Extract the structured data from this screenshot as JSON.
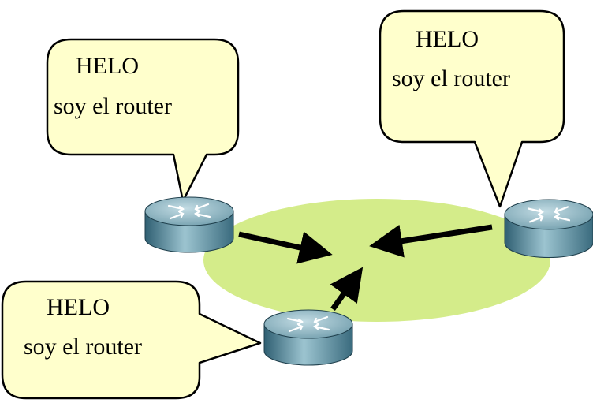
{
  "colors": {
    "bubble_fill": "#ffffcc",
    "bubble_stroke": "#000000",
    "segment_fill": "#d4ec8a",
    "arrow": "#000000",
    "router_top": "#8fb5c2",
    "router_side": "#4e7f93"
  },
  "bubbles": [
    {
      "id": "top-left",
      "line1": "HELO",
      "line2": "soy el router"
    },
    {
      "id": "top-right",
      "line1": "HELO",
      "line2": "soy el router"
    },
    {
      "id": "bottom-left",
      "line1": "HELO",
      "line2": "soy el router"
    }
  ],
  "routers": [
    {
      "id": "router-left",
      "icon": "router-icon"
    },
    {
      "id": "router-right",
      "icon": "router-icon"
    },
    {
      "id": "router-bottom",
      "icon": "router-icon"
    }
  ]
}
